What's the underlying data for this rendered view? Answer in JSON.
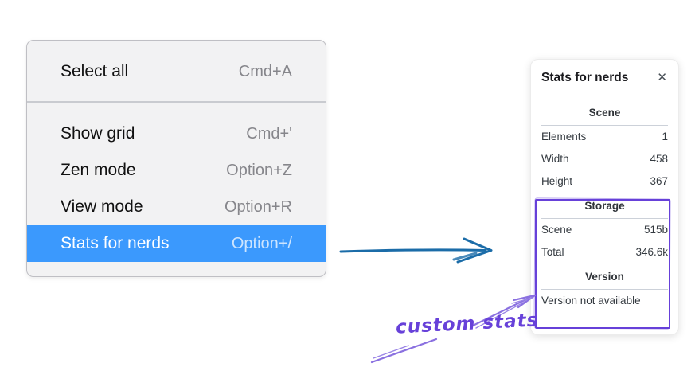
{
  "menu": {
    "items": [
      {
        "label": "Select all",
        "shortcut": "Cmd+A"
      },
      {
        "label": "Show grid",
        "shortcut": "Cmd+'"
      },
      {
        "label": "Zen mode",
        "shortcut": "Option+Z"
      },
      {
        "label": "View mode",
        "shortcut": "Option+R"
      },
      {
        "label": "Stats for nerds",
        "shortcut": "Option+/"
      }
    ],
    "active_item": "Stats for nerds"
  },
  "stats_panel": {
    "title": "Stats for nerds",
    "close_icon": "✕",
    "sections": [
      {
        "heading": "Scene",
        "rows": [
          {
            "label": "Elements",
            "value": "1"
          },
          {
            "label": "Width",
            "value": "458"
          },
          {
            "label": "Height",
            "value": "367"
          }
        ]
      },
      {
        "heading": "Storage",
        "rows": [
          {
            "label": "Scene",
            "value": "515b"
          },
          {
            "label": "Total",
            "value": "346.6k"
          }
        ]
      },
      {
        "heading": "Version",
        "note": "Version not available"
      }
    ]
  },
  "annotation": {
    "label": "custom stats"
  },
  "colors": {
    "menu_highlight": "#3b99fd",
    "menu_background": "#f2f2f3",
    "arrow_blue": "#1b6ca8",
    "annotation_purple": "#6741d9"
  }
}
